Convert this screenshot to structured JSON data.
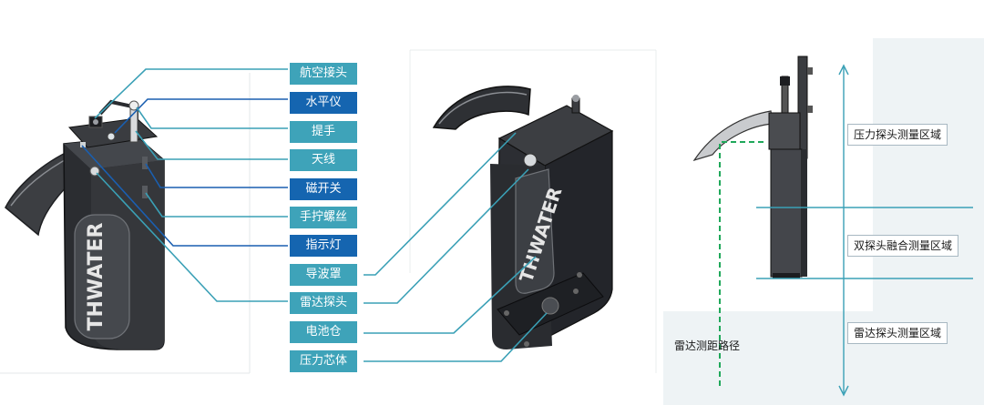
{
  "left_panel": {
    "brand_text": "THWATER",
    "labels": [
      {
        "text": "航空接头",
        "style": "teal"
      },
      {
        "text": "水平仪",
        "style": "blue"
      },
      {
        "text": "提手",
        "style": "teal"
      },
      {
        "text": "天线",
        "style": "teal"
      },
      {
        "text": "磁开关",
        "style": "blue"
      },
      {
        "text": "手拧螺丝",
        "style": "teal"
      },
      {
        "text": "指示灯",
        "style": "blue"
      },
      {
        "text": "导波罩",
        "style": "teal"
      },
      {
        "text": "雷达探头",
        "style": "teal"
      },
      {
        "text": "电池仓",
        "style": "teal"
      },
      {
        "text": "压力芯体",
        "style": "teal"
      }
    ]
  },
  "middle_panel": {
    "brand_text": "THWATER"
  },
  "right_panel": {
    "zones": [
      {
        "text": "压力探头测量区域"
      },
      {
        "text": "双探头融合测量区域"
      },
      {
        "text": "雷达探头测量区域"
      }
    ],
    "radar_path_label": "雷达测距路径"
  },
  "colors": {
    "teal": "#3ea3b9",
    "blue": "#1565b0",
    "leader_teal": "#3aa0b6",
    "leader_blue": "#1a5fb0",
    "device_body": "#2b2d31",
    "dashed_path": "#1fa85a"
  }
}
